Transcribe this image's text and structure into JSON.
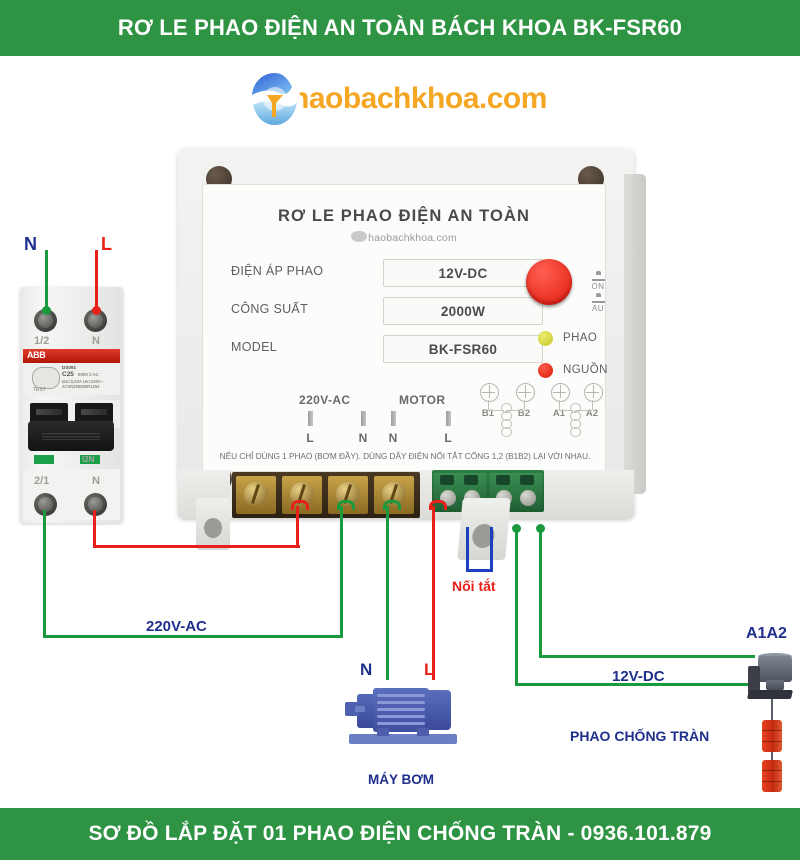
{
  "top_banner": {
    "title": "RƠ LE PHAO ĐIỆN AN TOÀN BÁCH KHOA  BK-FSR60"
  },
  "bottom_banner": {
    "title": "SƠ ĐỒ LẮP ĐẶT 01 PHAO ĐIỆN CHỐNG TRÀN - 0936.101.879"
  },
  "logo": {
    "text": "haobachkhoa.com",
    "icon": "water-float-logo-icon"
  },
  "device": {
    "title": "RƠ LE PHAO ĐIỆN AN TOÀN",
    "url": "haobachkhoa.com",
    "specs": [
      {
        "label": "ĐIỆN ÁP PHAO",
        "value": "12V-DC"
      },
      {
        "label": "CÔNG SUẤT",
        "value": "2000W"
      },
      {
        "label": "MODEL",
        "value": "BK-FSR60"
      }
    ],
    "switch_marks": [
      "ON",
      "AU"
    ],
    "leds": [
      {
        "label": "PHAO",
        "color": "#c9c92a"
      },
      {
        "label": "NGUỒN",
        "color": "#d81b0a"
      }
    ],
    "terminal_groups": [
      {
        "label": "220V-AC",
        "pins": [
          "L",
          "N"
        ]
      },
      {
        "label": "MOTOR",
        "pins": [
          "N",
          "L"
        ]
      }
    ],
    "circle_terminals": [
      "B1",
      "B2",
      "A1",
      "A2"
    ],
    "notice": "NẾU CHỈ DÙNG 1 PHAO (BƠM ĐẦY). DÙNG DÂY ĐIỆN NỐI TẮT CỔNG 1,2 (B1B2) LẠI VỚI NHAU."
  },
  "breaker": {
    "brand": "ABB",
    "model": "DS091",
    "rating": "C25",
    "spec_line1": "6000  3  AC",
    "spec_line2": "I∆n=0,03A    Un=230V~",
    "spec_line3": "2CSR255080R1254",
    "test_label": "TEST",
    "terminals_top": [
      "1/2",
      "N"
    ],
    "terminals_bottom": [
      "2/1",
      "N"
    ],
    "bottom_mark": "I2N",
    "top_wire_labels": [
      {
        "text": "N",
        "color": "#1f2f8c"
      },
      {
        "text": "L",
        "color": "#e8201a"
      }
    ]
  },
  "pump": {
    "label": "MÁY BƠM",
    "wire_labels": [
      "N",
      "L"
    ]
  },
  "float_switch": {
    "terminal_label": "A1A2",
    "label": "PHAO CHỐNG TRÀN",
    "bobs": 2
  },
  "wire_labels": {
    "ac_main": "220V-AC",
    "dc_float": "12V-DC",
    "jumper": "Nối tắt"
  },
  "colors": {
    "banner_green": "#2e9444",
    "wire_red": "#e8201a",
    "wire_green": "#1a9a3c",
    "wire_blue": "#1d3fc0",
    "label_navy": "#1f2f8c",
    "logo_orange": "#f5a623"
  }
}
